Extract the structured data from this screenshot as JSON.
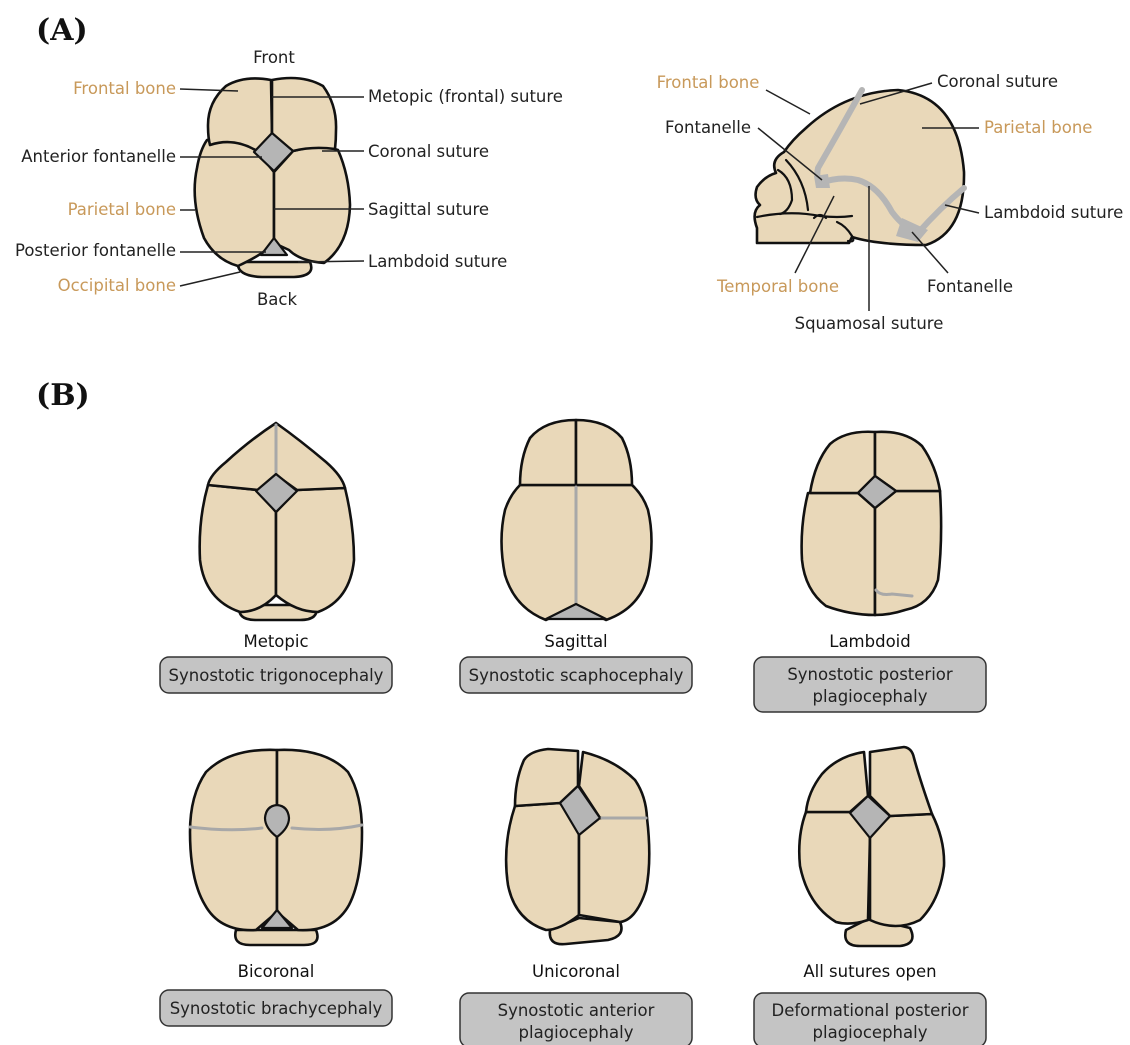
{
  "panel_a": {
    "label": "(A)",
    "top_view": {
      "front": "Front",
      "back": "Back",
      "bones": {
        "frontal": "Frontal bone",
        "parietal": "Parietal bone",
        "occipital": "Occipital bone"
      },
      "left_labels": {
        "anterior_fontanelle": "Anterior fontanelle",
        "posterior_fontanelle": "Posterior fontanelle"
      },
      "sutures": {
        "metopic": "Metopic (frontal) suture",
        "coronal": "Coronal suture",
        "sagittal": "Sagittal suture",
        "lambdoid": "Lambdoid suture"
      }
    },
    "side_view": {
      "frontal": "Frontal bone",
      "coronal": "Coronal suture",
      "fontanelle_top": "Fontanelle",
      "parietal": "Parietal bone",
      "lambdoid": "Lambdoid suture",
      "temporal": "Temporal bone",
      "fontanelle_bottom": "Fontanelle",
      "squamosal": "Squamosal suture"
    }
  },
  "panel_b": {
    "label": "(B)",
    "items": [
      {
        "suture": "Metopic",
        "condition": "Synostotic trigonocephaly"
      },
      {
        "suture": "Sagittal",
        "condition": "Synostotic scaphocephaly"
      },
      {
        "suture": "Lambdoid",
        "condition_line1": "Synostotic posterior",
        "condition_line2": "plagiocephaly"
      },
      {
        "suture": "Bicoronal",
        "condition": "Synostotic brachycephaly"
      },
      {
        "suture": "Unicoronal",
        "condition_line1": "Synostotic anterior",
        "condition_line2": "plagiocephaly"
      },
      {
        "suture": "All sutures open",
        "condition_line1": "Deformational posterior",
        "condition_line2": "plagiocephaly"
      }
    ]
  },
  "colors": {
    "bone_fill": "#e9d8b9",
    "fontanelle": "#b5b5b5",
    "bone_label": "#c8995a",
    "pill_fill": "#c4c4c4"
  }
}
